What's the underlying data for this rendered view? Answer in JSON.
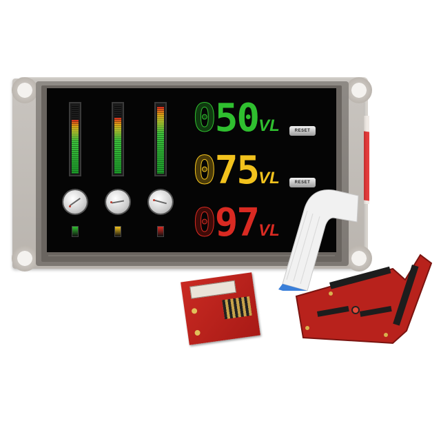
{
  "display": {
    "readouts": [
      {
        "value": "050",
        "lit": "50",
        "unit": "VL",
        "color": "#2fbf2f",
        "dim": "#0f3a0f"
      },
      {
        "value": "075",
        "lit": "75",
        "unit": "VL",
        "color": "#f2c21d",
        "dim": "#4a3a08"
      },
      {
        "value": "097",
        "lit": "97",
        "unit": "VL",
        "color": "#d92a22",
        "dim": "#3e0b08"
      }
    ],
    "reset_buttons": [
      {
        "label": "RESET"
      },
      {
        "label": "RESET"
      }
    ],
    "meters": [
      {
        "level": 0.75
      },
      {
        "level": 0.78
      },
      {
        "level": 0.93
      }
    ],
    "leds": [
      {
        "color": "#2fbf2f"
      },
      {
        "color": "#f2c21d"
      },
      {
        "color": "#d92a22"
      }
    ]
  },
  "icons": {
    "knob": "rotary-knob-icon",
    "board": "display-module",
    "cable": "ribbon-cable",
    "adapter": "adapter-board",
    "shield": "shield-board"
  }
}
